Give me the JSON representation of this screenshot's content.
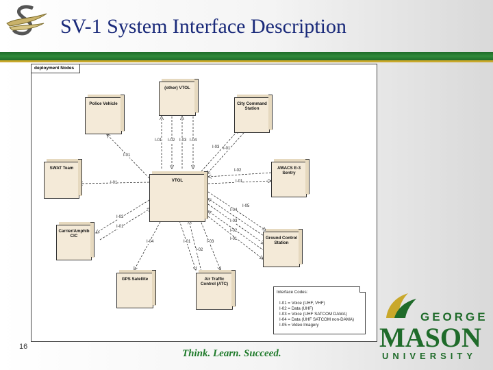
{
  "slide": {
    "title": "SV-1 System Interface Description",
    "number": "16",
    "tagline": "Think.  Learn.  Succeed."
  },
  "logo": {
    "university": [
      "GEORGE",
      "MASON",
      "UNIVERSITY"
    ]
  },
  "diagram": {
    "frame_label": "deployment Nodes",
    "nodes": [
      {
        "id": "vtol",
        "label": "VTOL"
      },
      {
        "id": "other-vtol",
        "label": "(other) VTOL"
      },
      {
        "id": "police",
        "label": "Police Vehicle"
      },
      {
        "id": "city",
        "label": "City Command Station"
      },
      {
        "id": "swat",
        "label": "SWAT Team"
      },
      {
        "id": "awacs",
        "label": "AWACS E-3 Sentry"
      },
      {
        "id": "carrier",
        "label": "Carrier/Amphib CIC"
      },
      {
        "id": "ground",
        "label": "Ground Control Station"
      },
      {
        "id": "gps",
        "label": "GPS Satellite"
      },
      {
        "id": "atc",
        "label": "Air Traffic Control (ATC)"
      }
    ],
    "link_labels": [
      "I-01",
      "I-02",
      "I-03",
      "I-04",
      "I-03",
      "I-01",
      "I-01",
      "I-02",
      "I-01",
      "I-01",
      "I-03",
      "I-01",
      "I-05",
      "I-04",
      "I-03",
      "I-02",
      "I-01",
      "I-04",
      "I-01",
      "I-02",
      "I-03"
    ],
    "note": {
      "title": "Interface Codes:",
      "lines": [
        "I-01 = Voice (UHF, VHF)",
        "I-02 = Data (UHF)",
        "I-03 = Voice (UHF SATCOM DAMA)",
        "I-04 = Data (UHF SATCOM non-DAMA)",
        "I-05 = Video Imagery"
      ]
    }
  },
  "colors": {
    "title": "#1a2a7a",
    "bar_green": "#1f6b2a",
    "bar_gold": "#c9a82b",
    "node_fill": "#f4ead8",
    "tagline": "#1e7a2a"
  }
}
